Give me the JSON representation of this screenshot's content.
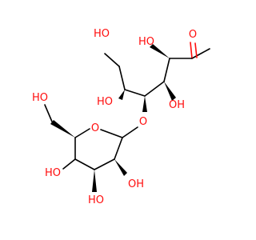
{
  "colors": {
    "carbon": "#000000",
    "oxygen": "#ff0d0d",
    "background": "#ffffff"
  },
  "labels": {
    "aldehyde_o": "O",
    "c2_oh": "HO",
    "c3_oh": "OH",
    "c5_oh": "HO",
    "c6_oh": "HO",
    "glyco_o": "O",
    "ring_o": "O",
    "c6p_oh": "HO",
    "c4p_oh": "HO",
    "c3p_oh": "HO",
    "c2p_oh": "OH"
  }
}
